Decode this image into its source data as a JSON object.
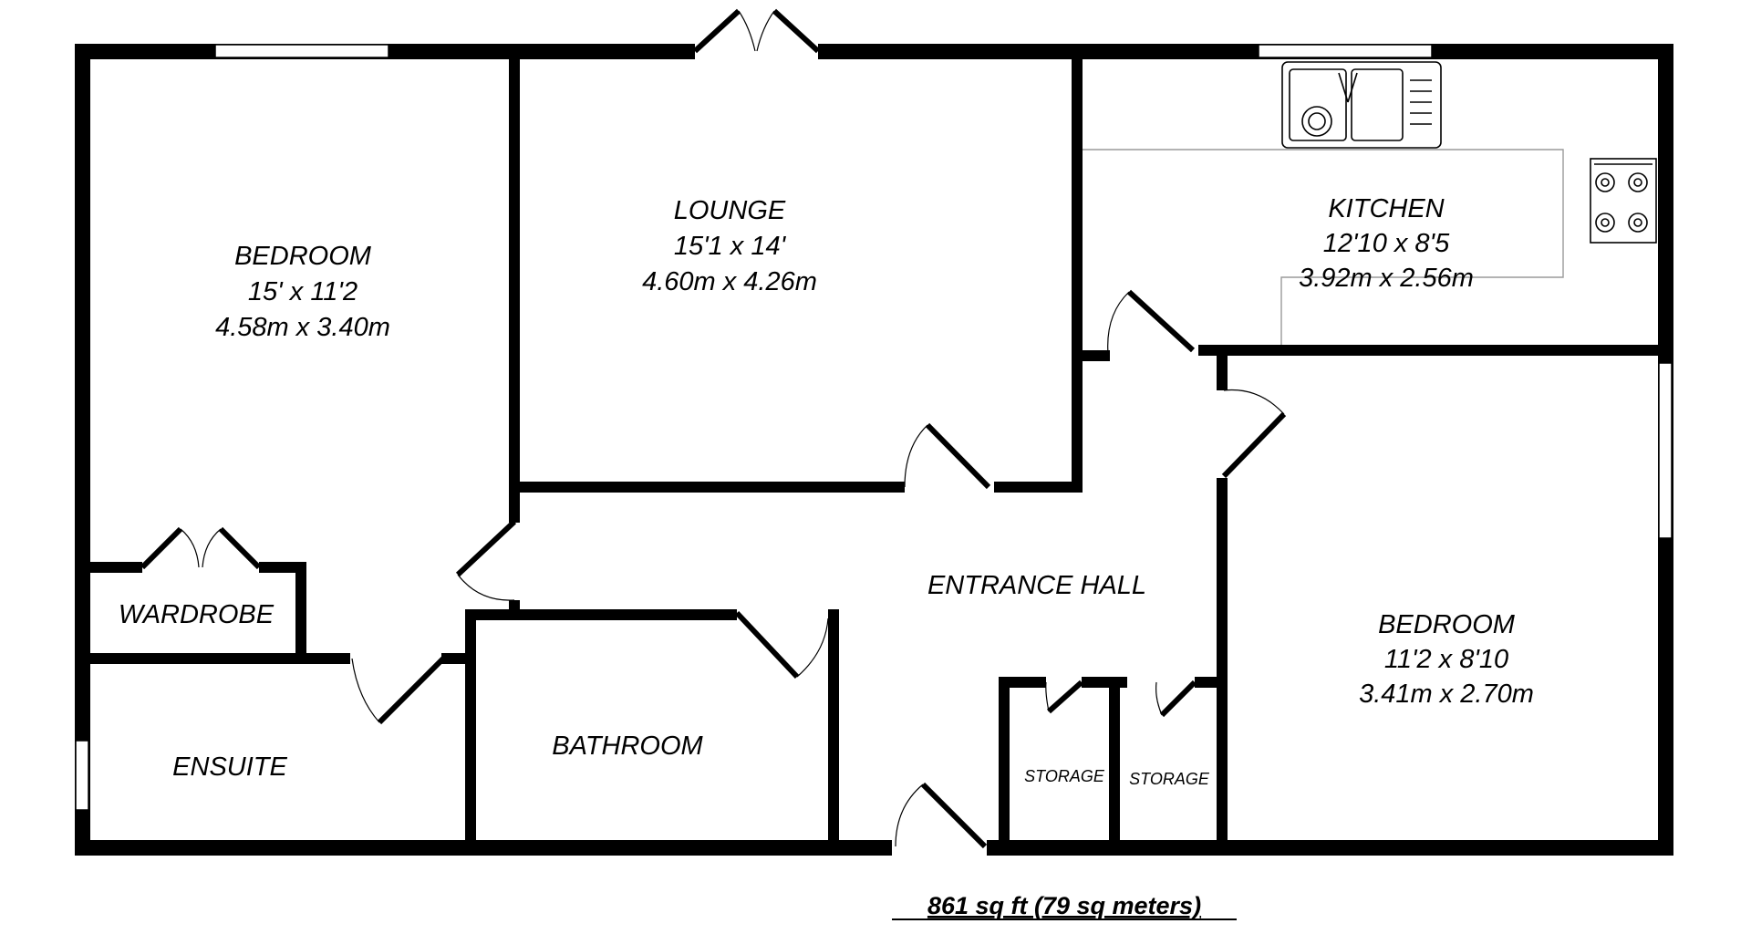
{
  "rooms": {
    "bedroom1": {
      "name": "BEDROOM",
      "imperial": "15' x 11'2",
      "metric": "4.58m x 3.40m"
    },
    "lounge": {
      "name": "LOUNGE",
      "imperial": "15'1 x 14'",
      "metric": "4.60m x 4.26m"
    },
    "kitchen": {
      "name": "KITCHEN",
      "imperial": "12'10 x 8'5",
      "metric": "3.92m x 2.56m"
    },
    "bedroom2": {
      "name": "BEDROOM",
      "imperial": "11'2 x 8'10",
      "metric": "3.41m x 2.70m"
    },
    "wardrobe": {
      "name": "WARDROBE"
    },
    "ensuite": {
      "name": "ENSUITE"
    },
    "bathroom": {
      "name": "BATHROOM"
    },
    "entrance_hall": {
      "name": "ENTRANCE HALL"
    },
    "storage1": {
      "name": "STORAGE"
    },
    "storage2": {
      "name": "STORAGE"
    }
  },
  "total_area": "861 sq ft (79 sq meters)",
  "colors": {
    "wall": "#000000",
    "background": "#ffffff",
    "counter": "#9a9a9a"
  }
}
